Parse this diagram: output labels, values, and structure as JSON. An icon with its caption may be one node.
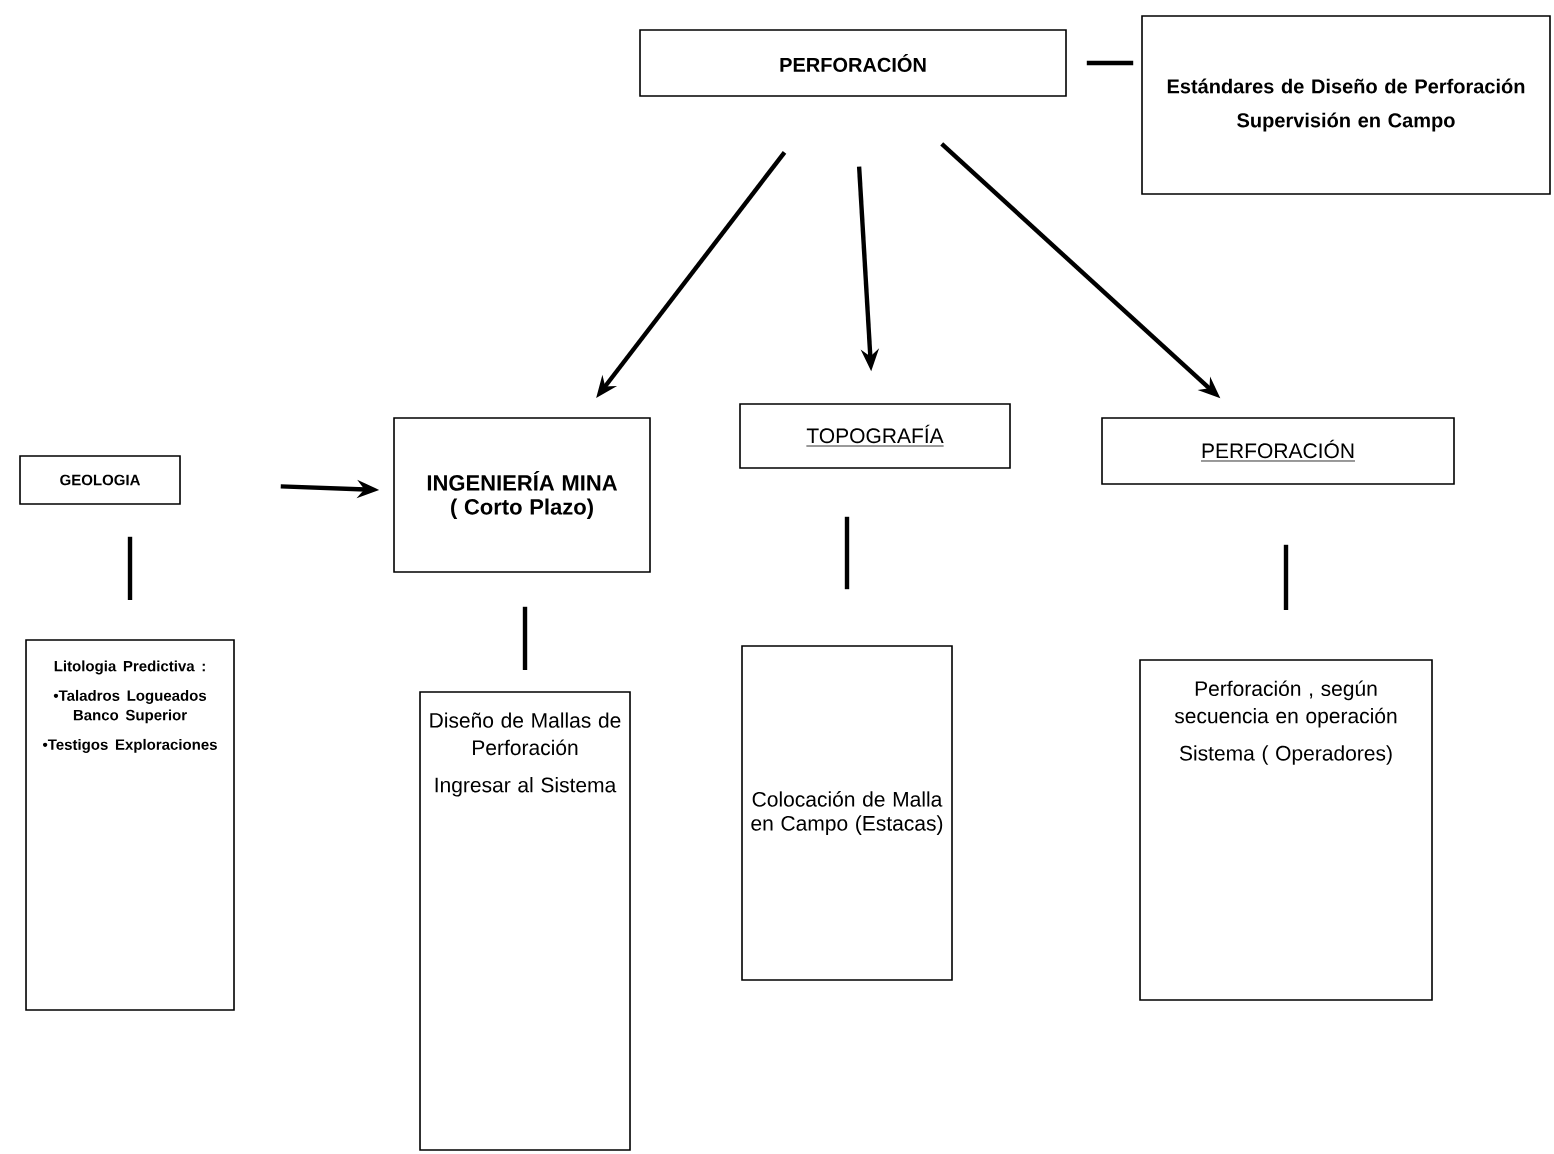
{
  "diagram": {
    "nodes": [
      {
        "text": [
          "PERFORACIÓN"
        ]
      },
      {
        "text": [
          "Estándares de Diseño de Perforación",
          "Supervisión en Campo"
        ]
      },
      {
        "text": [
          "GEOLOGIA"
        ]
      },
      {
        "text": [
          "INGENIERÍA MINA ( Corto Plazo)"
        ]
      },
      {
        "text": [
          "TOPOGRAFÍA"
        ]
      },
      {
        "text": [
          "PERFORACIÓN"
        ]
      },
      {
        "text": [
          "Litologia Predictiva :",
          "•Taladros Logueados Banco Superior",
          "•Testigos Exploraciones"
        ]
      },
      {
        "text": [
          "Diseño de Mallas de Perforación",
          "Ingresar al Sistema"
        ]
      },
      {
        "text": [
          "Colocación de Malla en Campo (Estacas)"
        ]
      },
      {
        "text": [
          "Perforación , según secuencia en operación",
          "Sistema ( Operadores)"
        ]
      }
    ],
    "edges": [
      {
        "from": 0,
        "to": 1,
        "arrow": "none"
      },
      {
        "from": 0,
        "to": 3,
        "arrow": "to"
      },
      {
        "from": 0,
        "to": 4,
        "arrow": "to"
      },
      {
        "from": 0,
        "to": 5,
        "arrow": "to"
      },
      {
        "from": 2,
        "to": 3,
        "arrow": "to"
      },
      {
        "from": 2,
        "to": 6,
        "arrow": "none"
      },
      {
        "from": 3,
        "to": 7,
        "arrow": "none"
      },
      {
        "from": 4,
        "to": 8,
        "arrow": "none"
      },
      {
        "from": 5,
        "to": 9,
        "arrow": "none"
      }
    ]
  }
}
